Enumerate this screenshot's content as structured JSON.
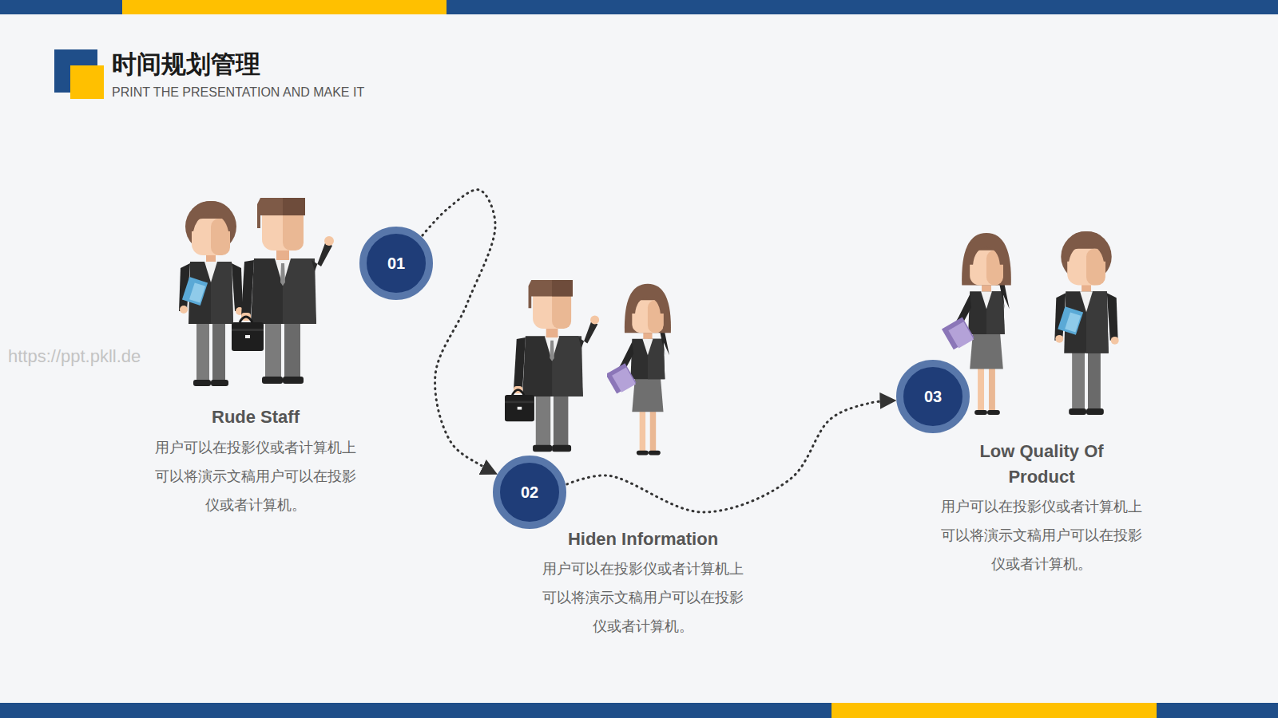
{
  "diagram": {
    "title": "时间规划管理",
    "nodes": [
      {
        "text": [
          "01"
        ]
      },
      {
        "text": [
          "02"
        ]
      },
      {
        "text": [
          "03"
        ]
      }
    ],
    "edges": [
      {
        "from": 0,
        "to": 1,
        "arrow": "to"
      },
      {
        "from": 1,
        "to": 2,
        "arrow": "to"
      }
    ],
    "labels": [
      "PRINT THE PRESENTATION AND MAKE IT",
      "Rude Staff",
      "用户可以在投影仪或者计算机上 可以将演示文稿用户可以在投影 仪或者计算机。",
      "Hiden Information",
      "用户可以在投影仪或者计算机上 可以将演示文稿用户可以在投影 仪或者计算机。",
      "Low Quality Of Product",
      "用户可以在投影仪或者计算机上 可以将演示文稿用户可以在投影 仪或者计算机。",
      "https://ppt.pkll.de"
    ]
  }
}
